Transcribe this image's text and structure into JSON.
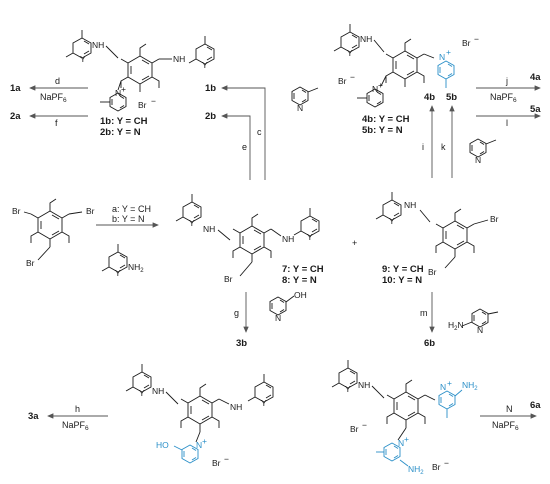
{
  "labels": {
    "cpd_1a": "1a",
    "cpd_2a": "2a",
    "cpd_1b": "1b",
    "cpd_2b": "2b",
    "cpd_3a": "3a",
    "cpd_3b": "3b",
    "cpd_4a": "4a",
    "cpd_5a": "5a",
    "cpd_4b": "4b",
    "cpd_5b": "5b",
    "cpd_6a": "6a",
    "cpd_6b": "6b",
    "tl_legend_1": "1b: Y = CH",
    "tl_legend_2": "2b: Y = N",
    "tr_legend_1": "4b: Y = CH",
    "tr_legend_2": "5b: Y = N",
    "c_legend_1": "7: Y = CH",
    "c_legend_2": "8: Y = N",
    "r_legend_1": "9: Y = CH",
    "r_legend_2": "10: Y = N",
    "step_a": "a: Y = CH",
    "step_b": "b: Y = N",
    "d": "d",
    "f": "f",
    "e": "e",
    "c": "c",
    "g": "g",
    "h": "h",
    "i": "i",
    "j": "j",
    "k": "k",
    "l": "l",
    "m": "m",
    "n": "N",
    "napf6": "NaPF",
    "six": "6",
    "br_minus": "Br",
    "minus": "−",
    "br": "Br",
    "nh": "NH",
    "nh2": "NH",
    "two": "2",
    "oh": "OH",
    "ho": "HO",
    "y": "Y",
    "plus": "+"
  }
}
